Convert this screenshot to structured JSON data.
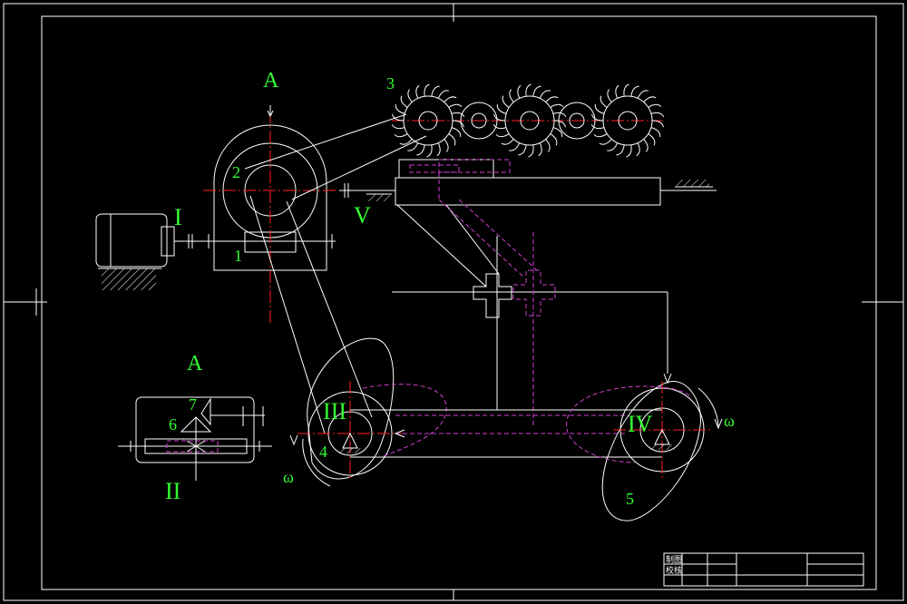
{
  "labels": {
    "section_a_top": "A",
    "section_a_detail": "A",
    "part_1": "1",
    "part_2": "2",
    "part_3": "3",
    "part_4": "4",
    "part_5": "5",
    "part_6": "6",
    "part_7": "7",
    "shaft_I": "I",
    "shaft_II": "II",
    "shaft_III": "III",
    "shaft_IV": "IV",
    "shaft_V": "V",
    "omega_left": "ω",
    "omega_right": "ω"
  },
  "title_block": {
    "row1": "制图",
    "row2": "校核"
  },
  "colors": {
    "background": "#000000",
    "outline": "#ffffff",
    "centerline": "#ff2020",
    "hidden_motion": "#d040d0",
    "label": "#33ff33"
  }
}
